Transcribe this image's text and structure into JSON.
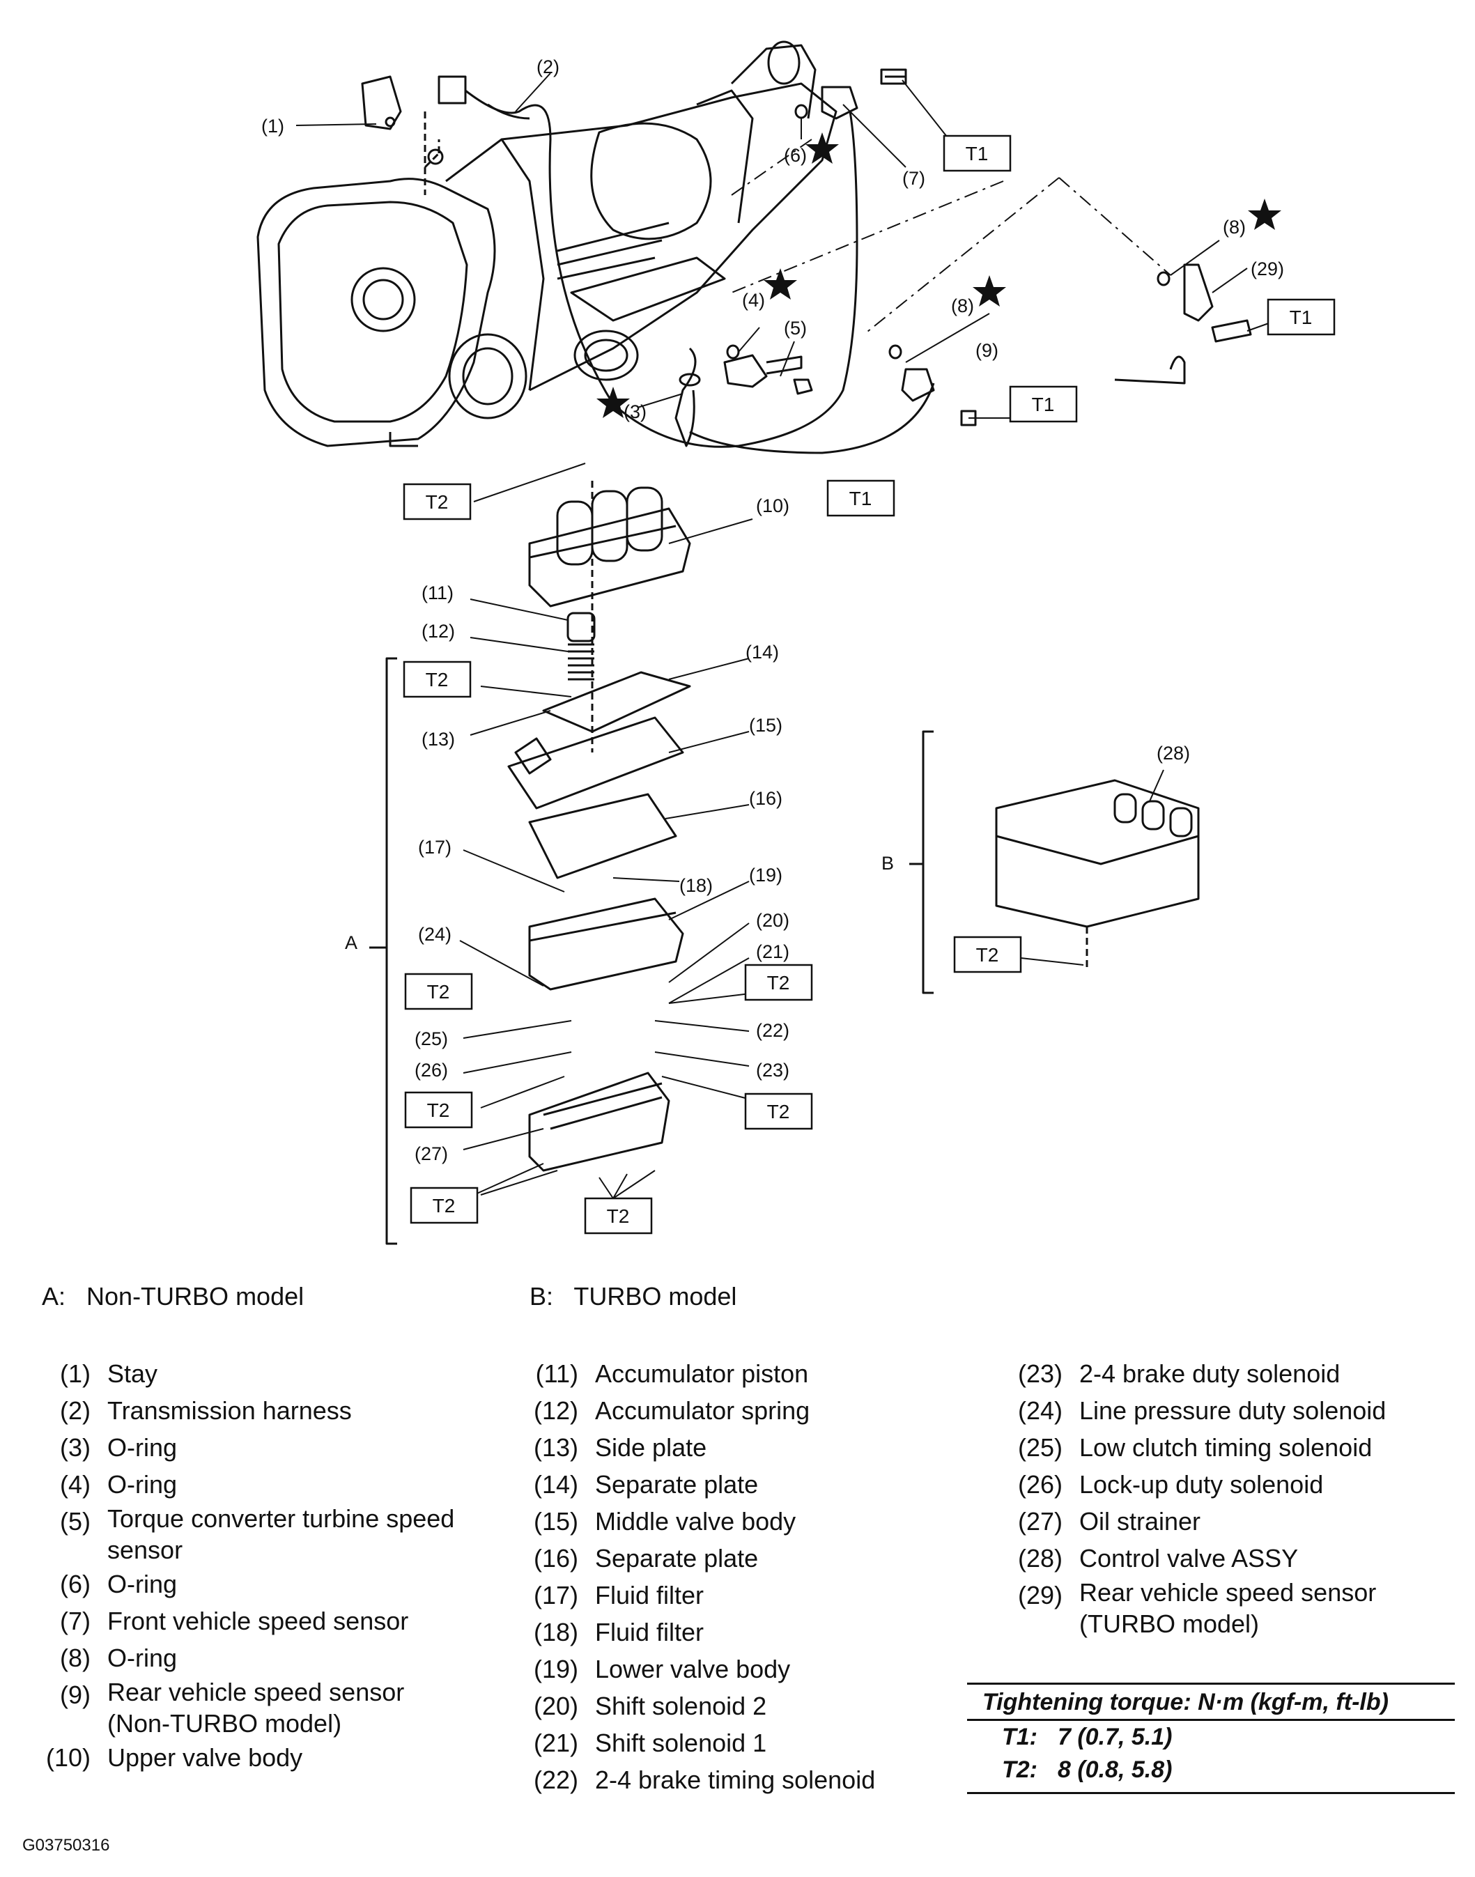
{
  "callouts": {
    "c1": "(1)",
    "c2": "(2)",
    "c3": "(3)",
    "c4": "(4)",
    "c5": "(5)",
    "c6": "(6)",
    "c7": "(7)",
    "c8a": "(8)",
    "c8b": "(8)",
    "c9": "(9)",
    "c10": "(10)",
    "c11": "(11)",
    "c12": "(12)",
    "c13": "(13)",
    "c14": "(14)",
    "c15": "(15)",
    "c16": "(16)",
    "c17": "(17)",
    "c18": "(18)",
    "c19": "(19)",
    "c20": "(20)",
    "c21": "(21)",
    "c22": "(22)",
    "c23": "(23)",
    "c24": "(24)",
    "c25": "(25)",
    "c26": "(26)",
    "c27": "(27)",
    "c28": "(28)",
    "c29": "(29)"
  },
  "torque_tags": {
    "t1": "T1",
    "t2": "T2"
  },
  "brackets": {
    "a": "A",
    "b": "B"
  },
  "models": {
    "a_key": "A:",
    "a_text": "Non-TURBO model",
    "b_key": "B:",
    "b_text": "TURBO model"
  },
  "parts": [
    {
      "num": "(1)",
      "name": "Stay"
    },
    {
      "num": "(2)",
      "name": "Transmission harness"
    },
    {
      "num": "(3)",
      "name": "O-ring"
    },
    {
      "num": "(4)",
      "name": "O-ring"
    },
    {
      "num": "(5)",
      "name": "Torque converter turbine speed sensor"
    },
    {
      "num": "(6)",
      "name": "O-ring"
    },
    {
      "num": "(7)",
      "name": "Front vehicle speed sensor"
    },
    {
      "num": "(8)",
      "name": "O-ring"
    },
    {
      "num": "(9)",
      "name": "Rear vehicle speed sensor (Non-TURBO model)"
    },
    {
      "num": "(10)",
      "name": "Upper valve body"
    },
    {
      "num": "(11)",
      "name": "Accumulator piston"
    },
    {
      "num": "(12)",
      "name": "Accumulator spring"
    },
    {
      "num": "(13)",
      "name": "Side plate"
    },
    {
      "num": "(14)",
      "name": "Separate plate"
    },
    {
      "num": "(15)",
      "name": "Middle valve body"
    },
    {
      "num": "(16)",
      "name": "Separate plate"
    },
    {
      "num": "(17)",
      "name": "Fluid filter"
    },
    {
      "num": "(18)",
      "name": "Fluid filter"
    },
    {
      "num": "(19)",
      "name": "Lower valve body"
    },
    {
      "num": "(20)",
      "name": "Shift solenoid 2"
    },
    {
      "num": "(21)",
      "name": "Shift solenoid 1"
    },
    {
      "num": "(22)",
      "name": "2-4 brake timing solenoid"
    },
    {
      "num": "(23)",
      "name": "2-4 brake duty solenoid"
    },
    {
      "num": "(24)",
      "name": "Line pressure duty solenoid"
    },
    {
      "num": "(25)",
      "name": "Low clutch timing solenoid"
    },
    {
      "num": "(26)",
      "name": "Lock-up duty solenoid"
    },
    {
      "num": "(27)",
      "name": "Oil strainer"
    },
    {
      "num": "(28)",
      "name": "Control valve ASSY"
    },
    {
      "num": "(29)",
      "name": "Rear vehicle speed sensor (TURBO model)"
    }
  ],
  "torque": {
    "heading": "Tightening torque: N·m (kgf-m, ft-lb)",
    "t1_key": "T1:",
    "t1_val": "7 (0.7, 5.1)",
    "t2_key": "T2:",
    "t2_val": "8 (0.8, 5.8)"
  },
  "figure_id": "G03750316"
}
